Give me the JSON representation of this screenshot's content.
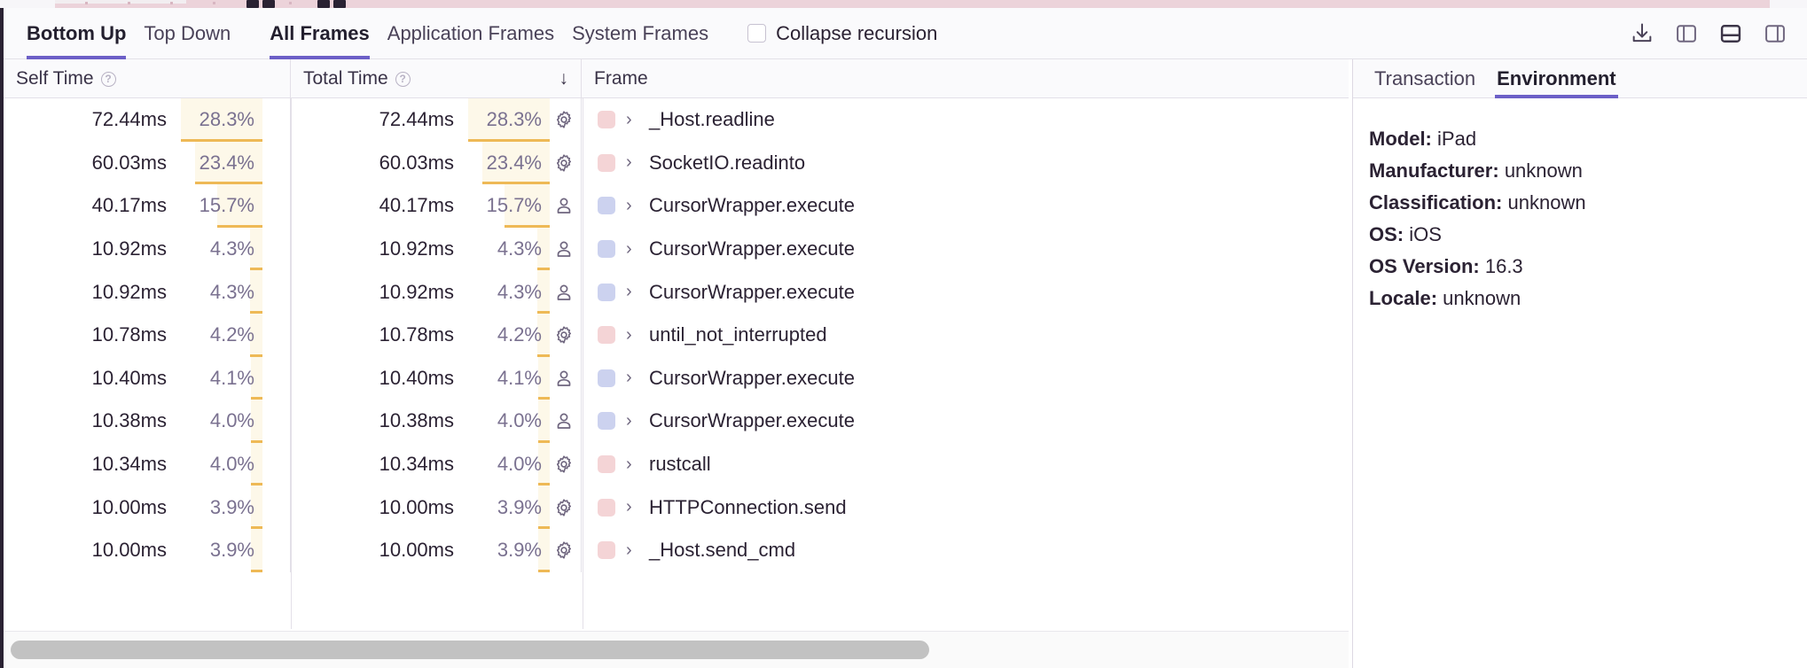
{
  "toolbar": {
    "view_tabs": [
      {
        "label": "Bottom Up",
        "active": true
      },
      {
        "label": "Top Down",
        "active": false
      }
    ],
    "frame_tabs": [
      {
        "label": "All Frames",
        "active": true
      },
      {
        "label": "Application Frames",
        "active": false
      },
      {
        "label": "System Frames",
        "active": false
      }
    ],
    "collapse_recursion": {
      "label": "Collapse recursion",
      "checked": false
    },
    "actions": [
      {
        "name": "download-icon",
        "label": "Download"
      },
      {
        "name": "left-panel-icon",
        "label": "Toggle left panel"
      },
      {
        "name": "bottom-panel-icon",
        "label": "Toggle bottom panel"
      },
      {
        "name": "right-panel-icon",
        "label": "Toggle right panel"
      }
    ]
  },
  "table": {
    "columns": [
      {
        "label": "Self Time",
        "help": "?",
        "sorted": false
      },
      {
        "label": "Total Time",
        "help": "?",
        "sorted": true,
        "sort_direction": "↓"
      },
      {
        "label": "Frame",
        "help": null,
        "sorted": false
      }
    ],
    "rows": [
      {
        "self_time": "72.44ms",
        "self_pct": "28.3%",
        "self_pct_value": 28.3,
        "total_time": "72.44ms",
        "total_pct": "28.3%",
        "total_pct_value": 28.3,
        "kind": "system",
        "icon": "gear-icon",
        "swatch": "#f4d4d6",
        "frame": "_Host.readline"
      },
      {
        "self_time": "60.03ms",
        "self_pct": "23.4%",
        "self_pct_value": 23.4,
        "total_time": "60.03ms",
        "total_pct": "23.4%",
        "total_pct_value": 23.4,
        "kind": "system",
        "icon": "gear-icon",
        "swatch": "#f4d4d6",
        "frame": "SocketIO.readinto"
      },
      {
        "self_time": "40.17ms",
        "self_pct": "15.7%",
        "self_pct_value": 15.7,
        "total_time": "40.17ms",
        "total_pct": "15.7%",
        "total_pct_value": 15.7,
        "kind": "application",
        "icon": "person-icon",
        "swatch": "#ccd2ef",
        "frame": "CursorWrapper.execute"
      },
      {
        "self_time": "10.92ms",
        "self_pct": "4.3%",
        "self_pct_value": 4.3,
        "total_time": "10.92ms",
        "total_pct": "4.3%",
        "total_pct_value": 4.3,
        "kind": "application",
        "icon": "person-icon",
        "swatch": "#ccd2ef",
        "frame": "CursorWrapper.execute"
      },
      {
        "self_time": "10.92ms",
        "self_pct": "4.3%",
        "self_pct_value": 4.3,
        "total_time": "10.92ms",
        "total_pct": "4.3%",
        "total_pct_value": 4.3,
        "kind": "application",
        "icon": "person-icon",
        "swatch": "#ccd2ef",
        "frame": "CursorWrapper.execute"
      },
      {
        "self_time": "10.78ms",
        "self_pct": "4.2%",
        "self_pct_value": 4.2,
        "total_time": "10.78ms",
        "total_pct": "4.2%",
        "total_pct_value": 4.2,
        "kind": "system",
        "icon": "gear-icon",
        "swatch": "#f4d4d6",
        "frame": "until_not_interrupted"
      },
      {
        "self_time": "10.40ms",
        "self_pct": "4.1%",
        "self_pct_value": 4.1,
        "total_time": "10.40ms",
        "total_pct": "4.1%",
        "total_pct_value": 4.1,
        "kind": "application",
        "icon": "person-icon",
        "swatch": "#ccd2ef",
        "frame": "CursorWrapper.execute"
      },
      {
        "self_time": "10.38ms",
        "self_pct": "4.0%",
        "self_pct_value": 4.0,
        "total_time": "10.38ms",
        "total_pct": "4.0%",
        "total_pct_value": 4.0,
        "kind": "application",
        "icon": "person-icon",
        "swatch": "#ccd2ef",
        "frame": "CursorWrapper.execute"
      },
      {
        "self_time": "10.34ms",
        "self_pct": "4.0%",
        "self_pct_value": 4.0,
        "total_time": "10.34ms",
        "total_pct": "4.0%",
        "total_pct_value": 4.0,
        "kind": "system",
        "icon": "gear-icon",
        "swatch": "#f4d4d6",
        "frame": "rustcall"
      },
      {
        "self_time": "10.00ms",
        "self_pct": "3.9%",
        "self_pct_value": 3.9,
        "total_time": "10.00ms",
        "total_pct": "3.9%",
        "total_pct_value": 3.9,
        "kind": "system",
        "icon": "gear-icon",
        "swatch": "#f4d4d6",
        "frame": "HTTPConnection.send"
      },
      {
        "self_time": "10.00ms",
        "self_pct": "3.9%",
        "self_pct_value": 3.9,
        "total_time": "10.00ms",
        "total_pct": "3.9%",
        "total_pct_value": 3.9,
        "kind": "system",
        "icon": "gear-icon",
        "swatch": "#f4d4d6",
        "frame": "_Host.send_cmd"
      }
    ]
  },
  "details_panel": {
    "tabs": [
      {
        "label": "Transaction",
        "active": false
      },
      {
        "label": "Environment",
        "active": true
      }
    ],
    "environment": [
      {
        "key": "Model:",
        "value": "iPad"
      },
      {
        "key": "Manufacturer:",
        "value": "unknown"
      },
      {
        "key": "Classification:",
        "value": "unknown"
      },
      {
        "key": "OS:",
        "value": "iOS"
      },
      {
        "key": "OS Version:",
        "value": "16.3"
      },
      {
        "key": "Locale:",
        "value": "unknown"
      }
    ]
  },
  "colors": {
    "accent": "#6c5fc7",
    "pct_fill": "#fdf8e9",
    "pct_bar": "#eeb956",
    "system_swatch": "#f4d4d6",
    "application_swatch": "#ccd2ef",
    "flame_strip": "#ecd3da"
  },
  "scrollbar": {
    "orientation": "horizontal",
    "thumb_fraction": 0.69
  }
}
